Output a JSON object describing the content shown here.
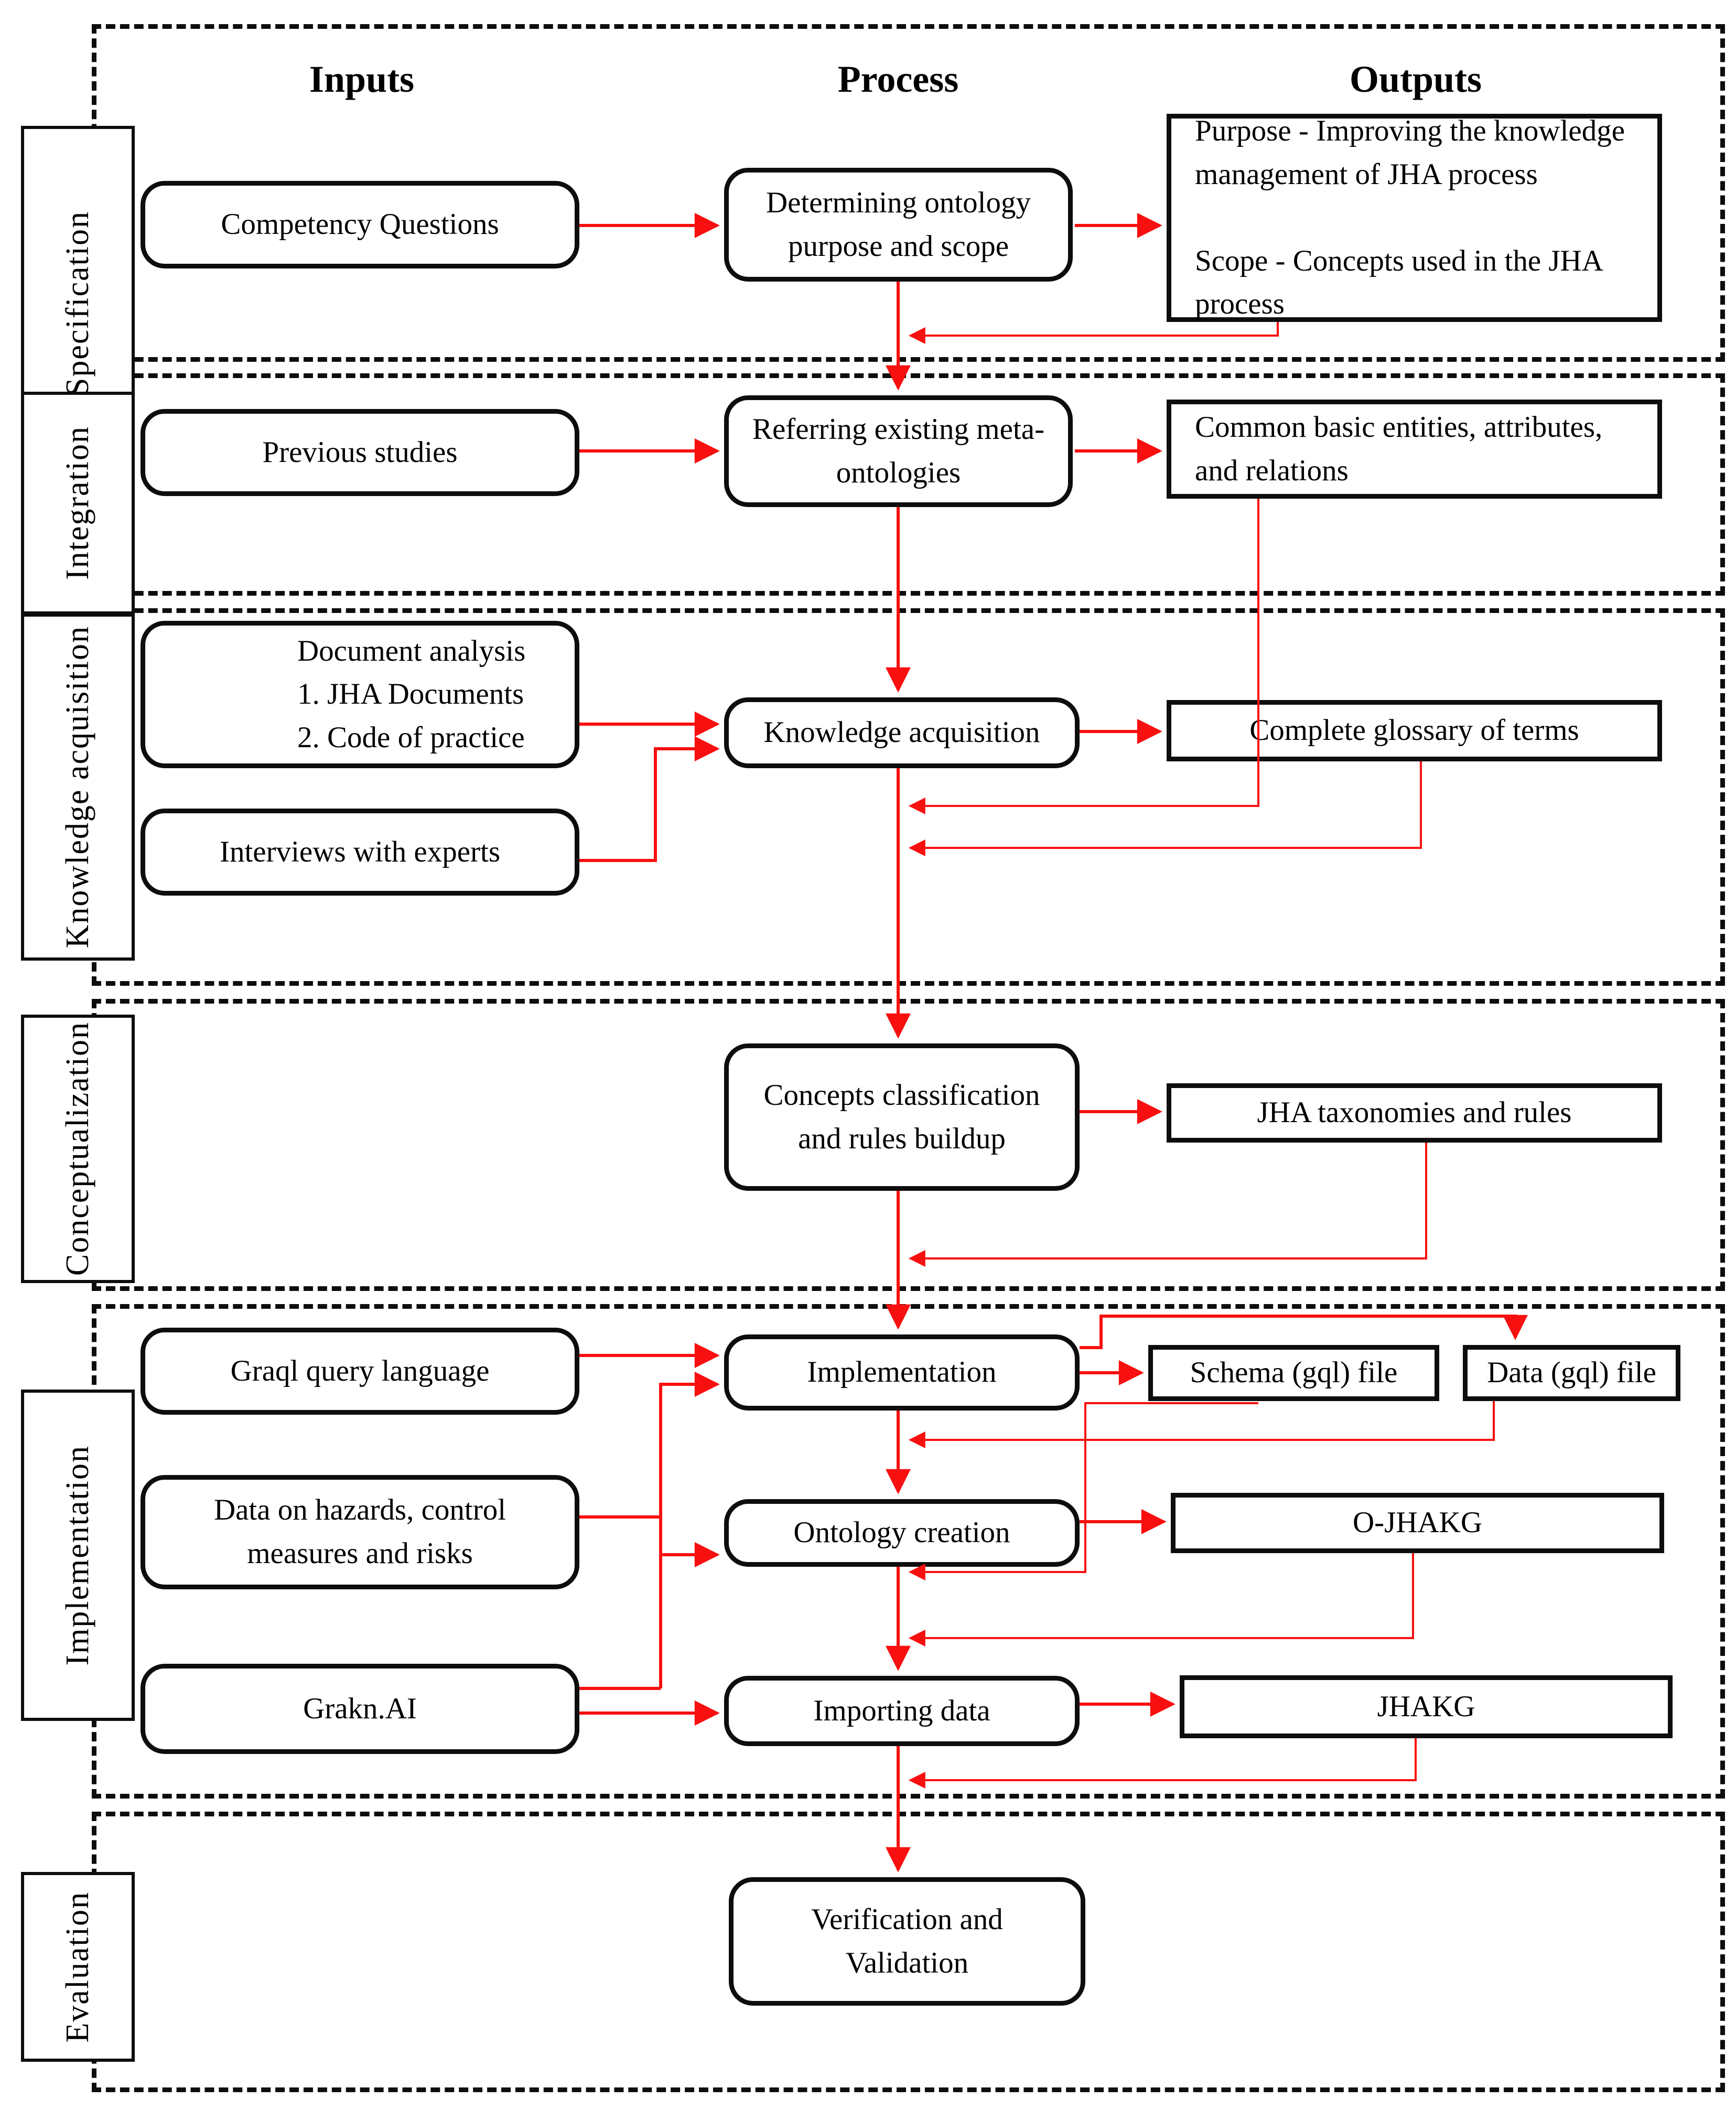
{
  "colors": {
    "arrow": "#f80f0f",
    "box_border": "#0d0d0d",
    "background": "#ffffff"
  },
  "headers": {
    "inputs": "Inputs",
    "process": "Process",
    "outputs": "Outputs"
  },
  "sections": [
    {
      "label": "Specification"
    },
    {
      "label": "Integration"
    },
    {
      "label": "Knowledge acquisition"
    },
    {
      "label": "Conceptualization"
    },
    {
      "label": "Implementation"
    },
    {
      "label": "Evaluation"
    }
  ],
  "boxes": {
    "competency_questions": "Competency Questions",
    "determining_purpose": "Determining ontology\npurpose and scope",
    "purpose_scope_output": "Purpose - Improving the knowledge\nmanagement of JHA process\n\nScope - Concepts used in the JHA\nprocess",
    "previous_studies": "Previous studies",
    "referring_meta": "Referring existing meta-\nontologies",
    "common_basic": "Common basic entities, attributes,\nand relations",
    "document_analysis": "Document analysis\n1. JHA Documents\n2. Code of practice",
    "interviews": "Interviews with experts",
    "knowledge_acquisition": "Knowledge acquisition",
    "complete_glossary": "Complete glossary of terms",
    "concepts_classification": "Concepts classification\nand rules buildup",
    "jha_taxonomies": "JHA taxonomies and rules",
    "graql": "Graql query language",
    "implementation": "Implementation",
    "schema_file": "Schema (gql) file",
    "data_file": "Data (gql) file",
    "data_hazards": "Data on hazards, control\nmeasures and risks",
    "ontology_creation": "Ontology creation",
    "ojhakg": "O-JHAKG",
    "grakn": "Grakn.AI",
    "importing_data": "Importing data",
    "jhakg": "JHAKG",
    "verification": "Verification and\nValidation"
  }
}
